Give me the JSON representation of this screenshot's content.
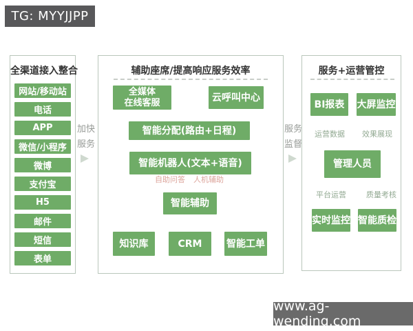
{
  "badge": {
    "label": "TG: MYYJJPP"
  },
  "watermark": {
    "label": "www.ag-wending.com"
  },
  "colors": {
    "green": "#6fac67",
    "pink": "#dca49b",
    "gray_green": "#93aa93",
    "dark_gray": "#6a6a6a"
  },
  "left_panel": {
    "title": "全渠道接入整合",
    "items": [
      "网站/移动站",
      "电话",
      "APP",
      "微信/小程序",
      "微博",
      "支付宝",
      "H5",
      "邮件",
      "短信",
      "表单"
    ]
  },
  "flow": {
    "left_label_lines": [
      "加快",
      "服务"
    ],
    "right_label_lines": [
      "服务",
      "监督"
    ]
  },
  "middle_panel": {
    "title": "辅助座席/提高响应服务效率",
    "media_lines": [
      "全媒体",
      "在线客服"
    ],
    "cloud_call": "云呼叫中心",
    "dispatch": "智能分配(路由+日程)",
    "robot": "智能机器人(文本+语音)",
    "self_service_qa": "自助问答",
    "human_machine_assist": "人机辅助",
    "smart_assist": "智能辅助",
    "knowledge_base": "知识库",
    "crm": "CRM",
    "smart_ticket": "智能工单"
  },
  "right_panel": {
    "title": "服务+运营管控",
    "bi_report": "BI报表",
    "big_screen": "大屏监控",
    "ops_data": "运营数据",
    "effect_display": "效果展现",
    "managers": "管理人员",
    "platform_ops": "平台运营",
    "quality_assess": "质量考核",
    "realtime_monitor": "实时监控",
    "smart_qc": "智能质检"
  }
}
